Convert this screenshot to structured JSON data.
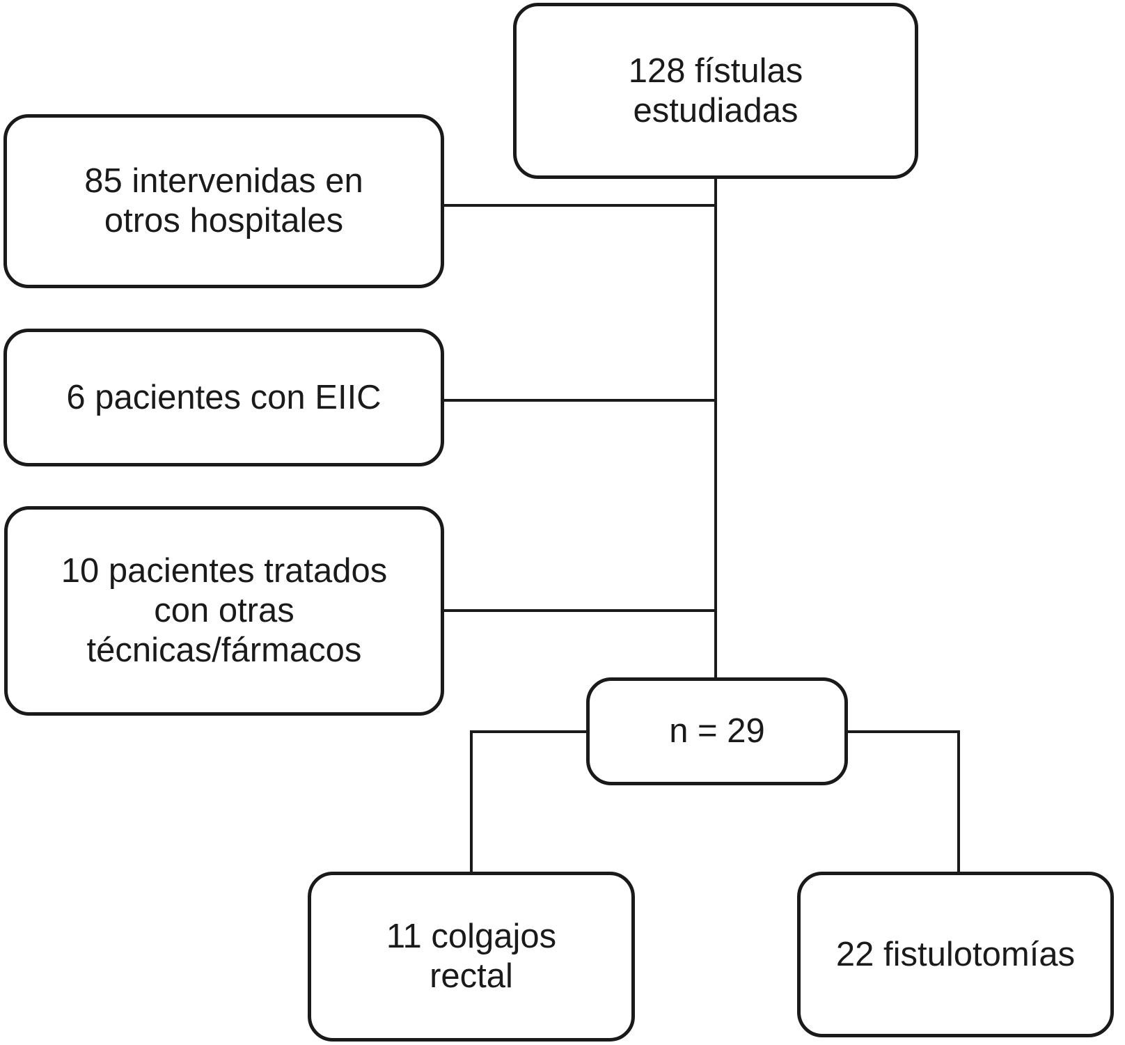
{
  "diagram": {
    "type": "flowchart",
    "language": "es",
    "nodes": {
      "studied": {
        "label": "128 fístulas\nestudiadas"
      },
      "excluded_other_hospitals": {
        "label": "85 intervenidas en\notros hospitales"
      },
      "excluded_eiic": {
        "label": "6 pacientes con EIIC"
      },
      "excluded_other_treatments": {
        "label": "10 pacientes tratados\ncon otras\ntécnicas/fármacos"
      },
      "included": {
        "label": "n = 29"
      },
      "rectal_flaps": {
        "label": "11 colgajos\nrectal"
      },
      "fistulotomies": {
        "label": "22 fistulotomías"
      }
    },
    "edges": [
      {
        "from": "studied",
        "to": "included"
      },
      {
        "from": "excluded_other_hospitals",
        "to": "main-line"
      },
      {
        "from": "excluded_eiic",
        "to": "main-line"
      },
      {
        "from": "excluded_other_treatments",
        "to": "main-line"
      },
      {
        "from": "included",
        "to": "rectal_flaps"
      },
      {
        "from": "included",
        "to": "fistulotomies"
      }
    ],
    "colors": {
      "line": "#1a1a1a",
      "box_fill": "#ffffff",
      "text": "#1a1a1a",
      "background": "#ffffff"
    }
  }
}
